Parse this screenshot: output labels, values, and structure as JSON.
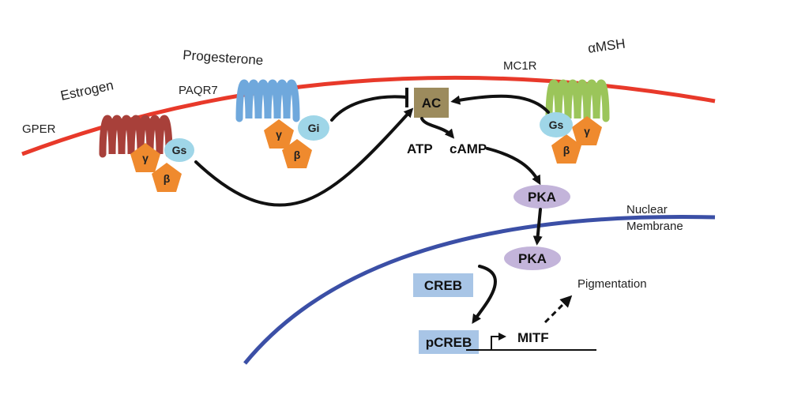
{
  "membranes": {
    "cell": {
      "color": "#e8392a"
    },
    "nuclear": {
      "color": "#3b4fa6",
      "label_line1": "Nuclear",
      "label_line2": "Membrane"
    }
  },
  "receptors": {
    "gper": {
      "name": "GPER",
      "ligand": "Estrogen",
      "color": "#a8403a"
    },
    "paqr7": {
      "name": "PAQR7",
      "ligand": "Progesterone",
      "color": "#6fa8dc"
    },
    "mc1r": {
      "name": "MC1R",
      "ligand": "αMSH",
      "color": "#9bc55a"
    }
  },
  "g_proteins": {
    "gper": {
      "alpha": "Gs",
      "beta": "β",
      "gamma": "γ"
    },
    "paqr7": {
      "alpha": "Gi",
      "beta": "β",
      "gamma": "γ"
    },
    "mc1r": {
      "alpha": "Gs",
      "beta": "β",
      "gamma": "γ"
    }
  },
  "colors": {
    "g_alpha": "#9fd6e8",
    "g_beta_gamma": "#ef8a2e",
    "ac": "#9c8b5d",
    "pka": "#c3b4da",
    "creb": "#a8c5e6"
  },
  "nodes": {
    "ac": "AC",
    "atp": "ATP",
    "camp": "cAMP",
    "pka_cytoplasm": "PKA",
    "pka_nucleus": "PKA",
    "creb": "CREB",
    "pcreb": "pCREB",
    "mitf": "MITF",
    "pigmentation": "Pigmentation"
  }
}
